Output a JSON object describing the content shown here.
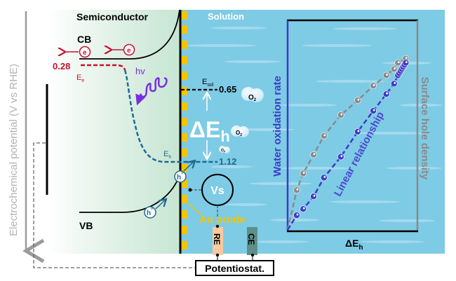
{
  "axis_label": "Electrochemical potential (V vs RHE)",
  "regions": {
    "semiconductor": "Semiconductor",
    "solution": "Solution"
  },
  "bands": {
    "cb": "CB",
    "vb": "VB"
  },
  "carriers": {
    "electron": "e",
    "electron_sup": "-",
    "hole": "h",
    "hole_sup": "+"
  },
  "light_label": "hv",
  "levels": {
    "ee_value": "0.28",
    "ee_label": "E",
    "ee_sub": "e",
    "esol_label": "E",
    "esol_sub": "sol",
    "esol_value": "0.65",
    "eh_label": "E",
    "eh_sub": "h",
    "eh_value": "1.12"
  },
  "delta": {
    "symbol": "ΔE",
    "sub": "h"
  },
  "bubbles": {
    "label": "O",
    "sub": "2"
  },
  "circuit": {
    "vs_label": "Vs",
    "probe_label": "Au prode",
    "re_label": "RE",
    "ce_label": "CE",
    "potentiostat_label": "Potentiostat."
  },
  "colors": {
    "solution": "#7ecbe5",
    "semiconductor_end": "#c6e5d2",
    "electron_red": "#c8102e",
    "hole_teal": "#1f6a8f",
    "light_purple": "#7a2ee0",
    "series_blue": "#3c3cc8",
    "series_grey": "#8a8a8a",
    "probe_yellow": "#f5c400",
    "re_box": "#f9caa0",
    "ce_box": "#5e8f8a"
  },
  "chart_data": {
    "type": "scatter",
    "title": "",
    "xlabel": "ΔE_h",
    "ylabel_left": "Water oxidation rate",
    "ylabel_right": "Surface hole density",
    "annotation": "Linear relationship",
    "xlim": [
      0,
      1
    ],
    "ylim": [
      0,
      1
    ],
    "grid": false,
    "legend": "none",
    "series": [
      {
        "name": "Surface hole density",
        "color": "#8a8a8a",
        "style": "dashed-line-markers",
        "x": [
          0.0,
          0.07,
          0.12,
          0.2,
          0.28,
          0.41,
          0.54,
          0.66,
          0.76,
          0.82,
          0.85,
          0.91
        ],
        "y": [
          0.0,
          0.19,
          0.27,
          0.36,
          0.45,
          0.55,
          0.62,
          0.69,
          0.74,
          0.77,
          0.8,
          0.82
        ]
      },
      {
        "name": "Water oxidation rate",
        "color": "#3c3cc8",
        "style": "dashed-line-markers",
        "x": [
          0.0,
          0.07,
          0.12,
          0.2,
          0.28,
          0.41,
          0.54,
          0.66,
          0.76,
          0.82,
          0.85,
          0.86,
          0.87,
          0.88,
          0.89,
          0.9,
          0.91
        ],
        "y": [
          0.0,
          0.07,
          0.1,
          0.16,
          0.25,
          0.35,
          0.47,
          0.57,
          0.65,
          0.7,
          0.74,
          0.75,
          0.76,
          0.77,
          0.78,
          0.79,
          0.8
        ]
      }
    ]
  }
}
